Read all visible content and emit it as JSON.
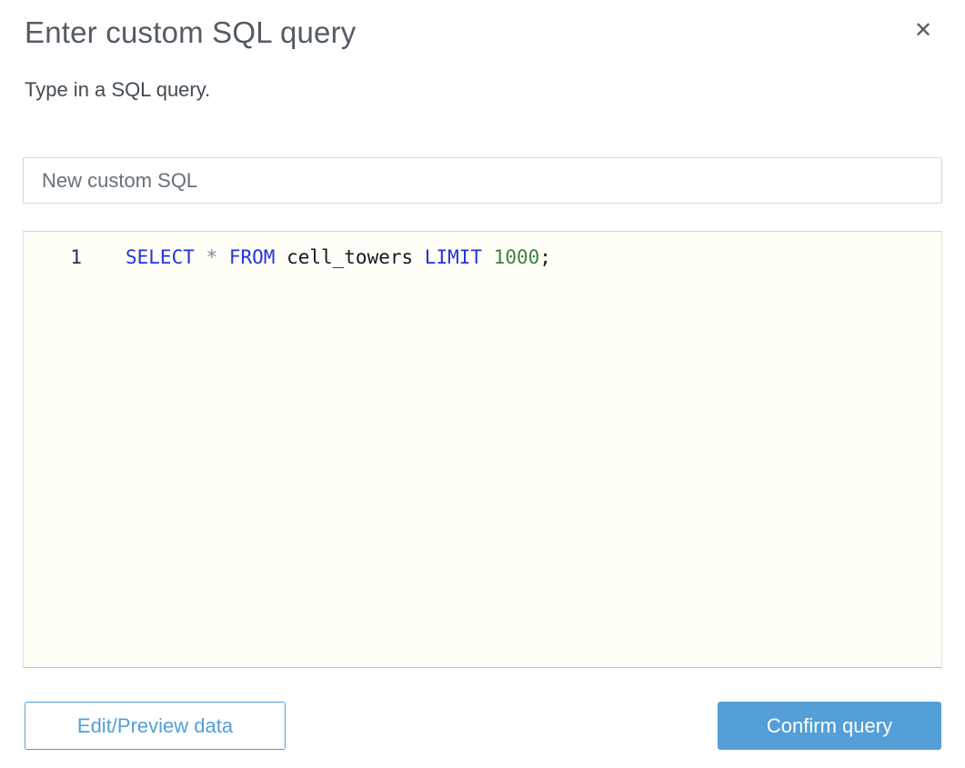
{
  "dialog": {
    "title": "Enter custom SQL query",
    "subtitle": "Type in a SQL query.",
    "close_icon": "✕"
  },
  "query_name_input": {
    "value": "New custom SQL"
  },
  "editor": {
    "language": "sql",
    "lines": [
      {
        "number": "1",
        "tokens": [
          {
            "text": "SELECT",
            "type": "keyword"
          },
          {
            "text": " ",
            "type": "plain"
          },
          {
            "text": "*",
            "type": "operator"
          },
          {
            "text": " ",
            "type": "plain"
          },
          {
            "text": "FROM",
            "type": "keyword"
          },
          {
            "text": " ",
            "type": "plain"
          },
          {
            "text": "cell_towers",
            "type": "identifier"
          },
          {
            "text": " ",
            "type": "plain"
          },
          {
            "text": "LIMIT",
            "type": "keyword"
          },
          {
            "text": " ",
            "type": "plain"
          },
          {
            "text": "1000",
            "type": "number"
          },
          {
            "text": ";",
            "type": "plain"
          }
        ]
      }
    ],
    "colors": {
      "keyword": "#2334dd",
      "operator": "#7f8899",
      "identifier": "#16191f",
      "number": "#3f7f43",
      "plain": "#16191f",
      "line_number": "#26324b",
      "background": "#fffff7"
    }
  },
  "footer": {
    "edit_preview_label": "Edit/Preview data",
    "confirm_label": "Confirm query"
  },
  "colors": {
    "accent_blue": "#539fd6",
    "title_gray": "#545b64",
    "subtitle_gray": "#434b53",
    "input_text_gray": "#687078",
    "input_border": "#d5d9d9"
  }
}
